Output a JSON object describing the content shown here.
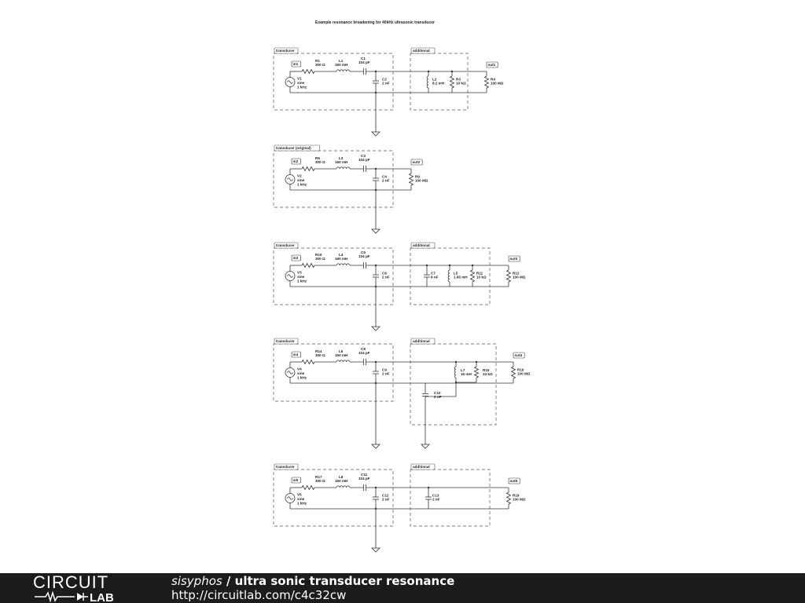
{
  "title": "Example resonance broadening for 40kHz ultrasonic transducer",
  "footer": {
    "logo_top": "CIRCUIT",
    "logo_bottom": "LAB",
    "author": "sisyphos",
    "separator": " / ",
    "project": "ultra sonic transducer resonance",
    "url": "http://circuitlab.com/c4c32cw"
  },
  "circuits": [
    {
      "box1": "transducer",
      "box2": "additional",
      "node_in": "in1",
      "node_out": "out1",
      "source": [
        "V1",
        "sine",
        "1 kHz"
      ],
      "R": [
        "R1",
        "300 Ω"
      ],
      "L": [
        "L1",
        "160 mH"
      ],
      "C": [
        "C1",
        "104 pF"
      ],
      "Cp": [
        "C2",
        "2 nF"
      ],
      "extra": [
        [
          "L2",
          "8.2 mH"
        ],
        [
          "R3",
          "10 kΩ"
        ]
      ],
      "load": [
        "R4",
        "100 MΩ"
      ]
    },
    {
      "box1": "transducer (original)",
      "node_in": "in2",
      "node_out": "out2",
      "source": [
        "V2",
        "sine",
        "1 kHz"
      ],
      "R": [
        "R6",
        "300 Ω"
      ],
      "L": [
        "L3",
        "160 mH"
      ],
      "C": [
        "C3",
        "104 pF"
      ],
      "Cp": [
        "C4",
        "2 nF"
      ],
      "load": [
        "R9",
        "100 MΩ"
      ]
    },
    {
      "box1": "transducer",
      "box2": "additional",
      "node_in": "in3",
      "node_out": "out3",
      "source": [
        "V3",
        "sine",
        "1 kHz"
      ],
      "R": [
        "R10",
        "300 Ω"
      ],
      "L": [
        "L4",
        "160 mH"
      ],
      "C": [
        "C5",
        "104 pF"
      ],
      "Cp": [
        "C6",
        "2 nF"
      ],
      "extra": [
        [
          "C7",
          "8 nF"
        ],
        [
          "L5",
          "1.65 mH"
        ],
        [
          "R11",
          "10 kΩ"
        ]
      ],
      "load": [
        "R12",
        "100 MΩ"
      ]
    },
    {
      "box1": "transducer",
      "box2": "additional",
      "node_in": "in4",
      "node_out": "out4",
      "source": [
        "V4",
        "sine",
        "1 kHz"
      ],
      "R": [
        "R14",
        "300 Ω"
      ],
      "L": [
        "L6",
        "160 mH"
      ],
      "C": [
        "C8",
        "104 pF"
      ],
      "Cp": [
        "C9",
        "2 nF"
      ],
      "extra": [
        [
          "L7",
          "16 mH"
        ],
        [
          "R15",
          "33 kΩ"
        ]
      ],
      "series_c": [
        "C10",
        "2 nF"
      ],
      "load": [
        "R16",
        "100 MΩ"
      ]
    },
    {
      "box1": "transducer",
      "box2": "additional",
      "node_in": "in5",
      "node_out": "out5",
      "source": [
        "V5",
        "sine",
        "1 kHz"
      ],
      "R": [
        "R17",
        "300 Ω"
      ],
      "L": [
        "L8",
        "160 mH"
      ],
      "C": [
        "C11",
        "104 pF"
      ],
      "Cp": [
        "C12",
        "2 nF"
      ],
      "extra": [
        [
          "C13",
          "2 nF"
        ]
      ],
      "load": [
        "R19",
        "100 MΩ"
      ]
    }
  ]
}
